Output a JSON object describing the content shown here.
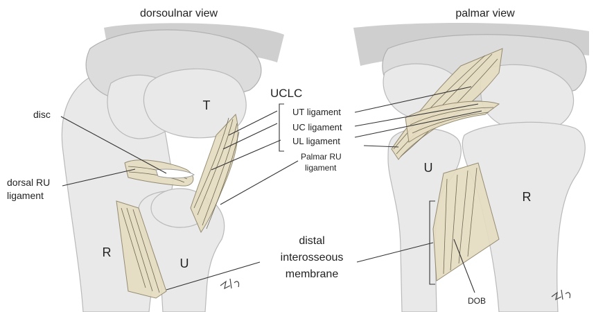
{
  "panels": {
    "left": {
      "title": "dorsoulnar view"
    },
    "right": {
      "title": "palmar view"
    }
  },
  "labels": {
    "uclc": "UCLC",
    "ut_ligament": "UT ligament",
    "uc_ligament": "UC ligament",
    "ul_ligament": "UL ligament",
    "palmar_ru_line1": "Palmar RU",
    "palmar_ru_line2": "ligament",
    "disc": "disc",
    "dorsal_ru_line1": "dorsal RU",
    "dorsal_ru_line2": "ligament",
    "dio_line1": "distal",
    "dio_line2": "interosseous",
    "dio_line3": "membrane",
    "dob": "DOB",
    "bone_t": "T",
    "bone_r_left": "R",
    "bone_u_left": "U",
    "bone_u_right": "U",
    "bone_r_right": "R"
  },
  "colors": {
    "ligament_fill": "#e6dcc2",
    "bone_fill": "#e9e9e9",
    "text": "#222222"
  }
}
